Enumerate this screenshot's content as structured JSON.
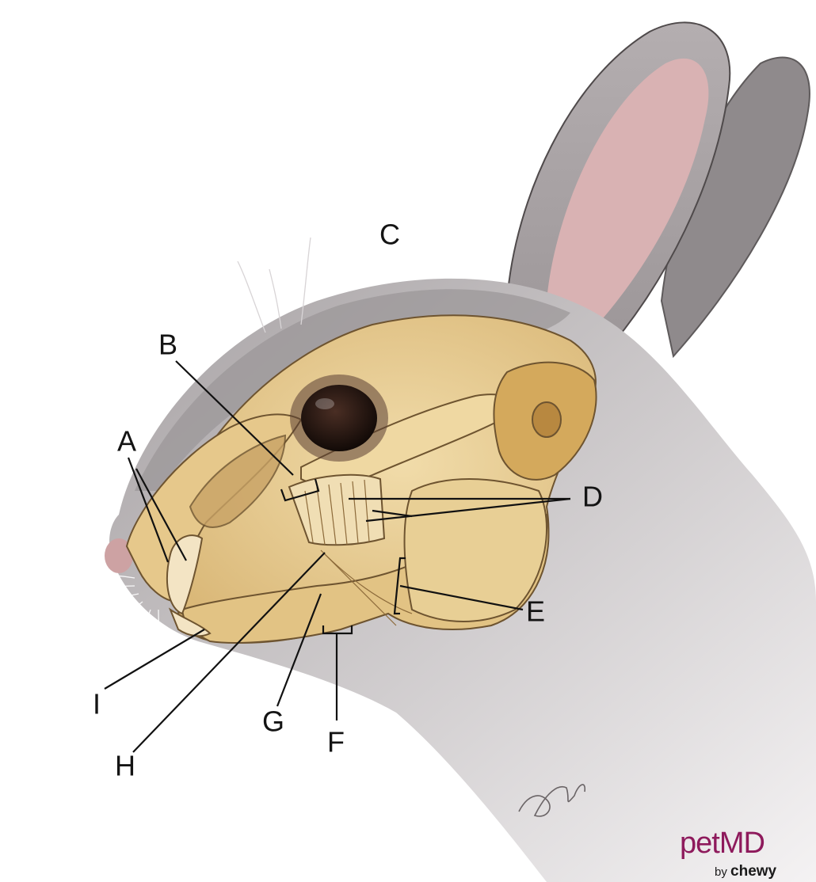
{
  "labels": {
    "a": "A",
    "b": "B",
    "c": "C",
    "d": "D",
    "e": "E",
    "f": "F",
    "g": "G",
    "h": "H",
    "i": "I"
  },
  "brand": {
    "name": "petMD",
    "by": "by",
    "parent": "chewy"
  },
  "colors": {
    "fur": "#a9a4a6",
    "fur_light": "#dedadc",
    "ear_inner": "#d7aeaf",
    "bone": "#e8cf95",
    "bone_shadow": "#c49a52",
    "eye": "#2a1a14",
    "brand": "#8e1a5c"
  }
}
